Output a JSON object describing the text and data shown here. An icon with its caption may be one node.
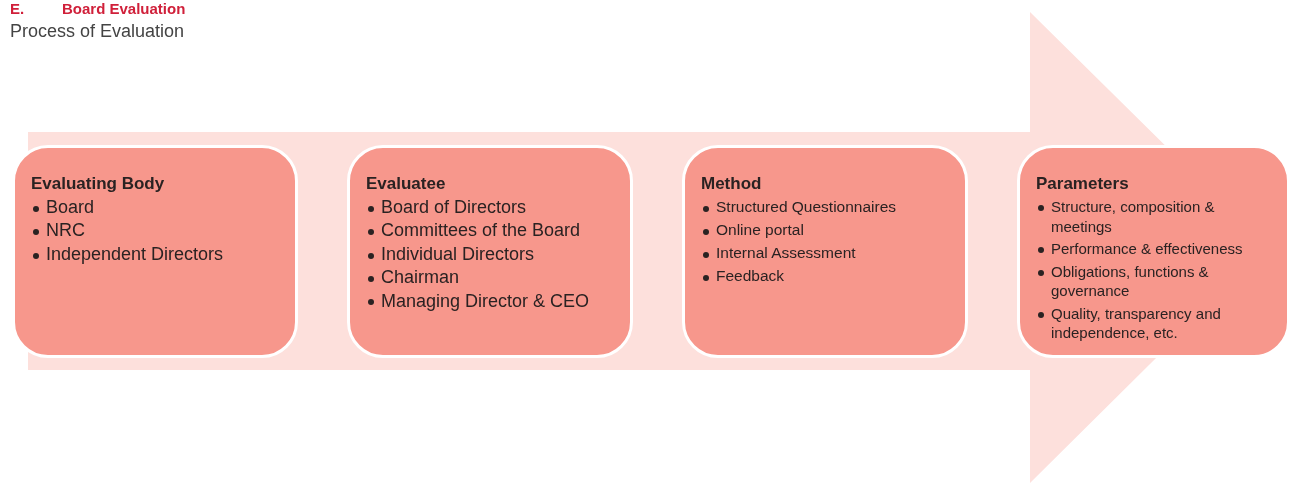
{
  "diagram": {
    "title": "Board Evaluation",
    "nodes": [
      {
        "text": [
          "Evaluating Body",
          "Board",
          "NRC",
          "Independent Directors"
        ]
      },
      {
        "text": [
          "Evaluatee",
          "Board of Directors",
          "Committees of the Board",
          "Individual Directors",
          "Chairman",
          "Managing Director & CEO"
        ]
      },
      {
        "text": [
          "Method",
          "Structured Questionnaires",
          "Online portal",
          "Internal Assessment",
          "Feedback"
        ]
      },
      {
        "text": [
          "Parameters",
          "Structure, composition & meetings",
          "Performance & effectiveness",
          "Obligations, functions & governance",
          "Quality, transparency and independence, etc."
        ]
      }
    ],
    "edges": [
      {
        "from": 0,
        "to": 3,
        "arrow": "to"
      }
    ],
    "labels": [
      "E.",
      "Process of Evaluation"
    ]
  }
}
